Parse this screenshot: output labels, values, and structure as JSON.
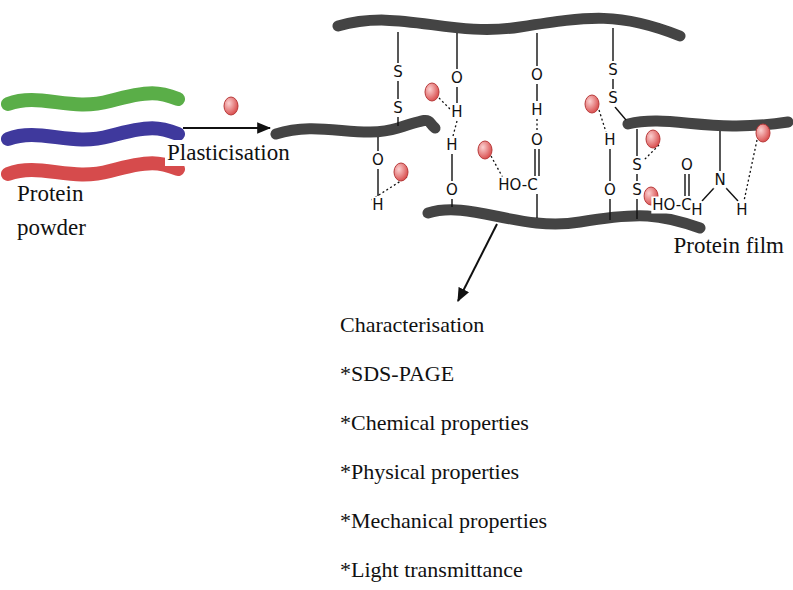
{
  "diagram": {
    "nodes": [
      {
        "text": [
          "Protein powder"
        ]
      },
      {
        "text": [
          "Protein film"
        ]
      },
      {
        "text": [
          "Characterisation",
          "*SDS-PAGE",
          "*Chemical properties",
          "*Physical properties",
          "*Mechanical properties",
          "*Light transmittance"
        ]
      }
    ],
    "edges": [
      {
        "from": 0,
        "to": 1,
        "arrow": "to",
        "label": "Plasticisation"
      },
      {
        "from": 1,
        "to": 2,
        "arrow": "to"
      }
    ],
    "labels": [
      "S",
      "S",
      "O",
      "H",
      "H",
      "O",
      "O",
      "H",
      "O",
      "H",
      "O",
      "HO-C",
      "S",
      "S",
      "H",
      "O",
      "S",
      "S",
      "O",
      "HO-C",
      "N",
      "H",
      "H"
    ]
  }
}
